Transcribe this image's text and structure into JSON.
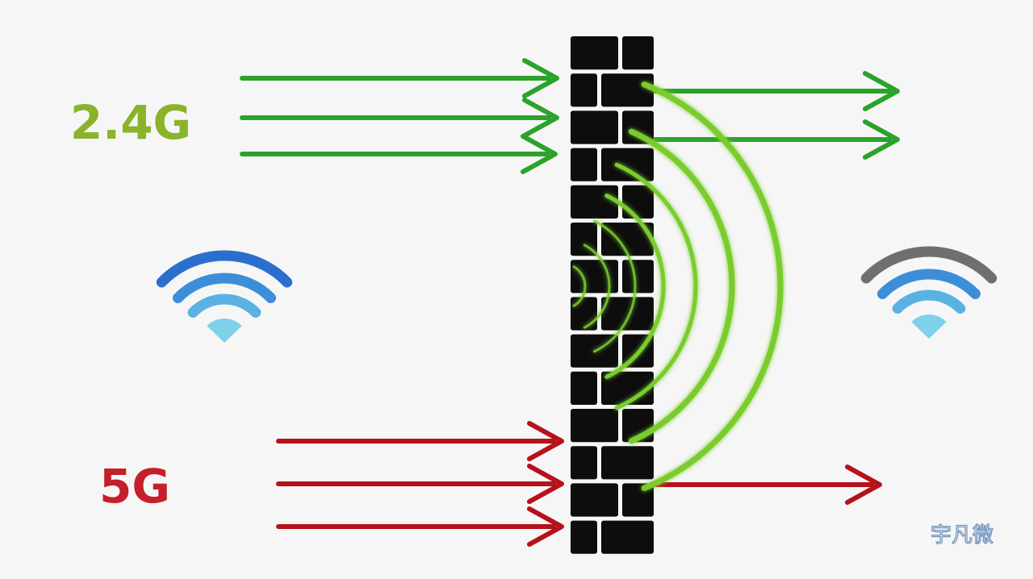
{
  "bands": {
    "band_24": {
      "label": "2.4G",
      "color": "#8ab32a",
      "arrow_color": "#2ba32b"
    },
    "band_5": {
      "label": "5G",
      "color": "#c41f2a",
      "arrow_color": "#b5121b"
    }
  },
  "wall": {
    "color": "#0d0d0d"
  },
  "wave_color": "#7acc2e",
  "wifi_icons": {
    "left": {
      "arcs": [
        "#2b6fcc",
        "#3d8ed8",
        "#5ab2e2",
        "#7fd0ea"
      ]
    },
    "right": {
      "arcs": [
        "#6f6f6f",
        "#3d8ed8",
        "#5ab2e2",
        "#7fd0ea"
      ]
    }
  },
  "watermark": {
    "text": "宇凡微"
  }
}
